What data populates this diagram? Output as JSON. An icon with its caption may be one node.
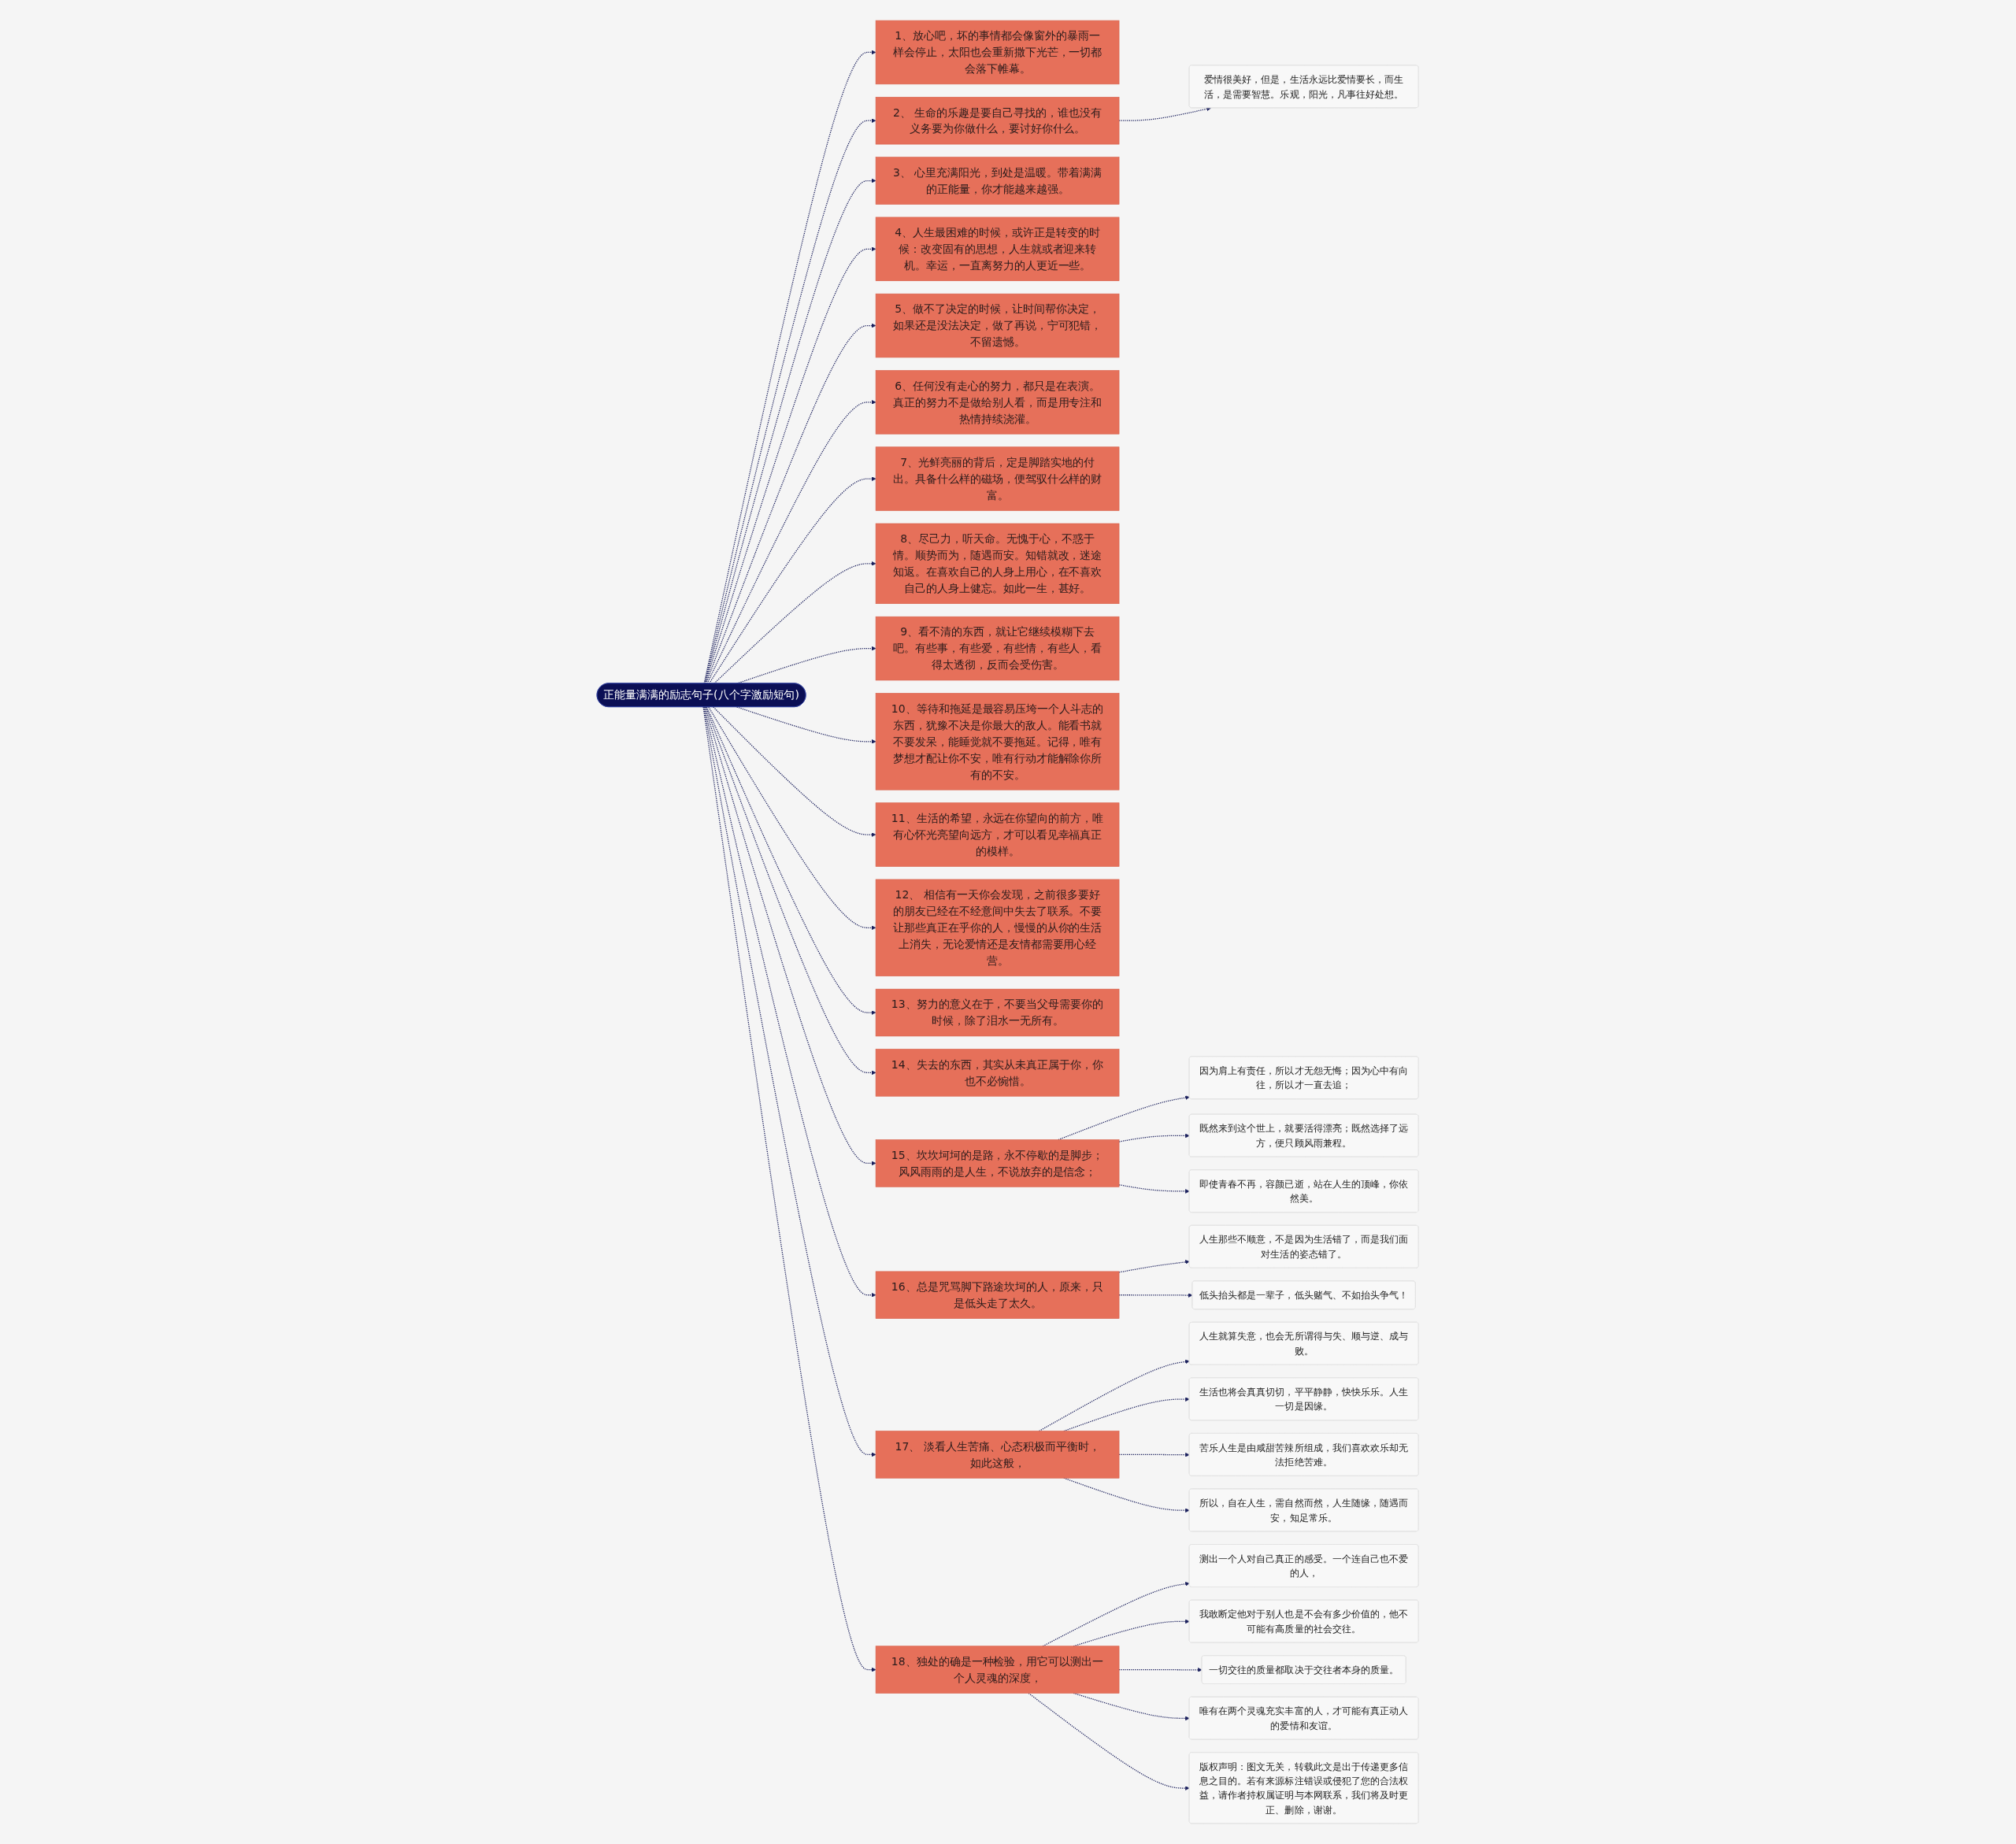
{
  "diagram": {
    "nodes": [
      {
        "text": [
          "正能量满满的励志句子(八个字激励短句)"
        ]
      },
      {
        "text": [
          "1、放心吧，坏的事情都会像窗外的暴雨一样会停止，太阳也会重新撒下光芒，一切都会落下帷幕。"
        ]
      },
      {
        "text": [
          "2、 生命的乐趣是要自己寻找的，谁也没有义务要为你做什么，要讨好你什么。"
        ]
      },
      {
        "text": [
          "爱情很美好，但是，生活永远比爱情要长，而生活，是需要智慧。乐观，阳光，凡事往好处想。"
        ]
      },
      {
        "text": [
          "3、 心里充满阳光，到处是温暖。带着满满的正能量，你才能越来越强。"
        ]
      },
      {
        "text": [
          "4、人生最困难的时候，或许正是转变的时候：改变固有的思想，人生就或者迎来转机。幸运，一直离努力的人更近一些。"
        ]
      },
      {
        "text": [
          "5、做不了决定的时候，让时间帮你决定，如果还是没法决定，做了再说，宁可犯错，不留遗憾。"
        ]
      },
      {
        "text": [
          "6、任何没有走心的努力，都只是在表演。真正的努力不是做给别人看，而是用专注和热情持续浇灌。"
        ]
      },
      {
        "text": [
          "7、光鲜亮丽的背后，定是脚踏实地的付出。具备什么样的磁场，便驾驭什么样的财富。"
        ]
      },
      {
        "text": [
          "8、尽己力，听天命。无愧于心，不惑于情。顺势而为，随遇而安。知错就改，迷途知返。在喜欢自己的人身上用心，在不喜欢自己的人身上健忘。如此一生，甚好。"
        ]
      },
      {
        "text": [
          "9、看不清的东西，就让它继续模糊下去吧。有些事，有些爱，有些情，有些人，看得太透彻，反而会受伤害。"
        ]
      },
      {
        "text": [
          "10、等待和拖延是最容易压垮一个人斗志的东西，犹豫不决是你最大的敌人。能看书就不要发呆，能睡觉就不要拖延。记得，唯有梦想才配让你不安，唯有行动才能解除你所有的不安。"
        ]
      },
      {
        "text": [
          "11、生活的希望，永远在你望向的前方，唯有心怀光亮望向远方，才可以看见幸福真正的模样。"
        ]
      },
      {
        "text": [
          "12、 相信有一天你会发现，之前很多要好的朋友已经在不经意间中失去了联系。不要让那些真正在乎你的人，慢慢的从你的生活上消失，无论爱情还是友情都需要用心经营。"
        ]
      },
      {
        "text": [
          "13、努力的意义在于，不要当父母需要你的时候，除了泪水一无所有。"
        ]
      },
      {
        "text": [
          "14、失去的东西，其实从未真正属于你，你也不必惋惜。"
        ]
      },
      {
        "text": [
          "15、坎坎坷坷的是路，永不停歇的是脚步；风风雨雨的是人生，不说放弃的是信念；"
        ]
      },
      {
        "text": [
          "因为肩上有责任，所以才无怨无悔；因为心中有向往，所以才一直去追；"
        ]
      },
      {
        "text": [
          "既然来到这个世上，就要活得漂亮；既然选择了远方，便只顾风雨兼程。"
        ]
      },
      {
        "text": [
          "即使青春不再，容颜已逝，站在人生的顶峰，你依然美。"
        ]
      },
      {
        "text": [
          "16、总是咒骂脚下路途坎坷的人，原来，只是低头走了太久。"
        ]
      },
      {
        "text": [
          "人生那些不顺意，不是因为生活错了，而是我们面对生活的姿态错了。"
        ]
      },
      {
        "text": [
          "低头抬头都是一辈子，低头赌气、不如抬头争气！"
        ]
      },
      {
        "text": [
          "17、 淡看人生苦痛、心态积极而平衡时，如此这般，"
        ]
      },
      {
        "text": [
          "人生就算失意，也会无所谓得与失、顺与逆、成与败。"
        ]
      },
      {
        "text": [
          "生活也将会真真切切，平平静静，快快乐乐。人生一切是因缘。"
        ]
      },
      {
        "text": [
          "苦乐人生是由咸甜苦辣所组成，我们喜欢欢乐却无法拒绝苦难。"
        ]
      },
      {
        "text": [
          "所以，自在人生，需自然而然，人生随缘，随遇而安，知足常乐。"
        ]
      },
      {
        "text": [
          "18、独处的确是一种检验，用它可以测出一个人灵魂的深度，"
        ]
      },
      {
        "text": [
          "测出一个人对自己真正的感受。一个连自己也不爱的人，"
        ]
      },
      {
        "text": [
          "我敢断定他对于别人也是不会有多少价值的，他不可能有高质量的社会交往。"
        ]
      },
      {
        "text": [
          "一切交往的质量都取决于交往者本身的质量。"
        ]
      },
      {
        "text": [
          "唯有在两个灵魂充实丰富的人，才可能有真正动人的爱情和友谊。"
        ]
      },
      {
        "text": [
          "版权声明：图文无关，转载此文是出于传递更多信息之目的。若有来源标注错误或侵犯了您的合法权益，请作者持权属证明与本网联系，我们将及时更正、删除，谢谢。"
        ]
      }
    ],
    "edges": [
      {
        "from": 0,
        "to": 1,
        "arrow": "to",
        "style": "dashed"
      },
      {
        "from": 0,
        "to": 2,
        "arrow": "to",
        "style": "dashed"
      },
      {
        "from": 2,
        "to": 3,
        "arrow": "to",
        "style": "dashed"
      },
      {
        "from": 0,
        "to": 4,
        "arrow": "to",
        "style": "dashed"
      },
      {
        "from": 0,
        "to": 5,
        "arrow": "to",
        "style": "dashed"
      },
      {
        "from": 0,
        "to": 6,
        "arrow": "to",
        "style": "dashed"
      },
      {
        "from": 0,
        "to": 7,
        "arrow": "to",
        "style": "dashed"
      },
      {
        "from": 0,
        "to": 8,
        "arrow": "to",
        "style": "dashed"
      },
      {
        "from": 0,
        "to": 9,
        "arrow": "to",
        "style": "dashed"
      },
      {
        "from": 0,
        "to": 10,
        "arrow": "to",
        "style": "dashed"
      },
      {
        "from": 0,
        "to": 11,
        "arrow": "to",
        "style": "dashed"
      },
      {
        "from": 0,
        "to": 12,
        "arrow": "to",
        "style": "dashed"
      },
      {
        "from": 0,
        "to": 13,
        "arrow": "to",
        "style": "dashed"
      },
      {
        "from": 0,
        "to": 14,
        "arrow": "to",
        "style": "dashed"
      },
      {
        "from": 0,
        "to": 15,
        "arrow": "to",
        "style": "dashed"
      },
      {
        "from": 0,
        "to": 16,
        "arrow": "to",
        "style": "dashed"
      },
      {
        "from": 16,
        "to": 17,
        "arrow": "to",
        "style": "dashed"
      },
      {
        "from": 16,
        "to": 18,
        "arrow": "to",
        "style": "dashed"
      },
      {
        "from": 16,
        "to": 19,
        "arrow": "to",
        "style": "dashed"
      },
      {
        "from": 0,
        "to": 20,
        "arrow": "to",
        "style": "dashed"
      },
      {
        "from": 20,
        "to": 21,
        "arrow": "to",
        "style": "dashed"
      },
      {
        "from": 20,
        "to": 22,
        "arrow": "to",
        "style": "dashed"
      },
      {
        "from": 0,
        "to": 23,
        "arrow": "to",
        "style": "dashed"
      },
      {
        "from": 23,
        "to": 24,
        "arrow": "to",
        "style": "dashed"
      },
      {
        "from": 23,
        "to": 25,
        "arrow": "to",
        "style": "dashed"
      },
      {
        "from": 23,
        "to": 26,
        "arrow": "to",
        "style": "dashed"
      },
      {
        "from": 23,
        "to": 27,
        "arrow": "to",
        "style": "dashed"
      },
      {
        "from": 0,
        "to": 28,
        "arrow": "to",
        "style": "dashed"
      },
      {
        "from": 28,
        "to": 29,
        "arrow": "to",
        "style": "dashed"
      },
      {
        "from": 28,
        "to": 30,
        "arrow": "to",
        "style": "dashed"
      },
      {
        "from": 28,
        "to": 31,
        "arrow": "to",
        "style": "dashed"
      },
      {
        "from": 28,
        "to": 32,
        "arrow": "to",
        "style": "dashed"
      },
      {
        "from": 28,
        "to": 33,
        "arrow": "to",
        "style": "dashed"
      }
    ]
  }
}
